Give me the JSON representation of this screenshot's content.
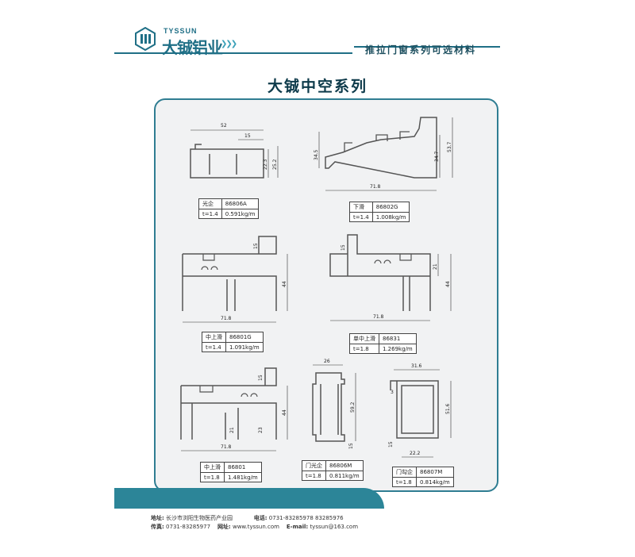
{
  "header": {
    "logo_en": "TYSSUN",
    "logo_cn": "大铖铝业",
    "subtitle": "推拉门窗系列可选材料"
  },
  "title": "大铖中空系列",
  "profiles": [
    {
      "name": "光企",
      "code": "86806A",
      "thickness": "t=1.4",
      "weight": "0.591kg/m",
      "dims": [
        "52",
        "15",
        "22.3",
        "25.2"
      ]
    },
    {
      "name": "下滑",
      "code": "86802G",
      "thickness": "t=1.4",
      "weight": "1.008kg/m",
      "dims": [
        "34.5",
        "34.7",
        "53.7",
        "71.8"
      ]
    },
    {
      "name": "中上滑",
      "code": "86801G",
      "thickness": "t=1.4",
      "weight": "1.091kg/m",
      "dims": [
        "15",
        "44",
        "71.8"
      ]
    },
    {
      "name": "单中上滑",
      "code": "86831",
      "thickness": "t=1.8",
      "weight": "1.269kg/m",
      "dims": [
        "15",
        "21",
        "44",
        "71.8"
      ]
    },
    {
      "name": "中上滑",
      "code": "86801",
      "thickness": "t=1.8",
      "weight": "1.481kg/m",
      "dims": [
        "15",
        "44",
        "21",
        "23",
        "71.8"
      ]
    },
    {
      "name": "门光企",
      "code": "86806M",
      "thickness": "t=1.8",
      "weight": "0.811kg/m",
      "dims": [
        "26",
        "59.2",
        "15"
      ]
    },
    {
      "name": "门勾企",
      "code": "86807M",
      "thickness": "t=1.8",
      "weight": "0.814kg/m",
      "dims": [
        "31.6",
        "3",
        "51.6",
        "15",
        "22.2"
      ]
    }
  ],
  "footer": {
    "addr_label": "地址:",
    "addr": "长沙市浏阳生物医药产业园",
    "tel_label": "电话:",
    "tel": "0731-83285978   83285976",
    "fax_label": "传真:",
    "fax": "0731-83285977",
    "web_label": "网址:",
    "web": "www.tyssun.com",
    "email_label": "E-mail:",
    "email": "tyssun@163.com"
  },
  "colors": {
    "accent": "#2c8598",
    "title": "#0d3a4a",
    "panel_bg": "#f1f2f3"
  }
}
